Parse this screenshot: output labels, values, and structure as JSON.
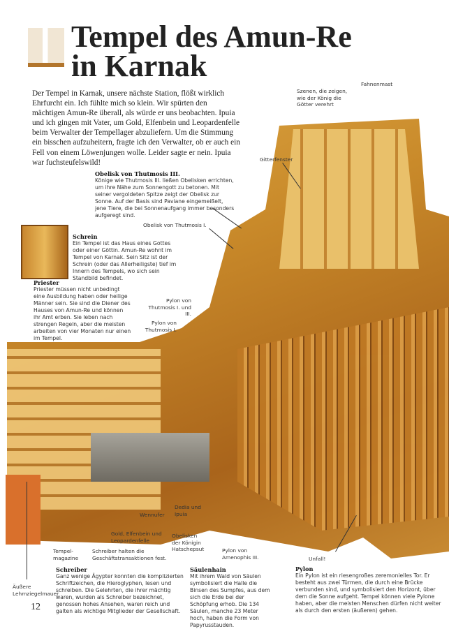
{
  "title": "Tempel des Amun-Re in Karnak",
  "title_lines": [
    "Tempel des Amun-Re",
    "in Karnak"
  ],
  "intro": "Der Tempel in Karnak, unsere nächste Station, flößt wirklich Ehrfurcht ein. Ich fühlte mich so klein. Wir spürten den mächtigen Amun-Re überall, als würde er uns beobachten. Ipuia und ich gingen mit Vater, um Gold, Elfenbein und Leopardenfelle beim Verwalter der Tempellager abzuliefern. Um die Stimmung ein bisschen aufzuheitern, fragte ich den Verwalter, ob er auch ein Fell von einem Löwenjungen wolle. Leider sagte er nein. Ipuia war fuchsteufelswild!",
  "captions": {
    "obelisk3": {
      "title": "Obelisk von Thutmosis III.",
      "text": "Könige wie Thutmosis III. ließen Obelisken errichten, um ihre Nähe zum Sonnengott zu betonen. Mit seiner vergoldeten Spitze zeigt der Obelisk zur Sonne. Auf der Basis sind Paviane eingemeißelt, jene Tiere, die bei Sonnenaufgang immer besonders aufgeregt sind."
    },
    "schrein": {
      "title": "Schrein",
      "text": "Ein Tempel ist das Haus eines Gottes oder einer Göttin. Amun-Re wohnt im Tempel von Karnak. Sein Sitz ist der Schrein (oder das Allerheiligste) tief im Innern des Tempels, wo sich sein Standbild befindet."
    },
    "priester": {
      "title": "Priester",
      "text": "Priester müssen nicht unbedingt eine Ausbildung haben oder heilige Männer sein. Sie sind die Diener des Hauses von Amun-Re und können ihr Amt erben. Sie leben nach strengen Regeln, aber die meisten arbeiten von vier Monaten nur einen im Tempel."
    },
    "schreiber": {
      "title": "Schreiber",
      "text": "Ganz wenige Ägypter konnten die komplizierten Schriftzeichen, die Hieroglyphen, lesen und schreiben. Die Gelehrten, die ihrer mächtig waren, wurden als Schreiber bezeichnet, genossen hohes Ansehen, waren reich und galten als wichtige Mitglieder der Gesellschaft."
    },
    "saeulenhain": {
      "title": "Säulenhain",
      "text": "Mit ihrem Wald von Säulen symbolisiert die Halle die Binsen des Sumpfes, aus dem sich die Erde bei der Schöpfung erhob. Die 134 Säulen, manche 23 Meter hoch, haben die Form von Papyrusstauden."
    },
    "pylon": {
      "title": "Pylon",
      "text": "Ein Pylon ist ein riesengroßes zeremonielles Tor. Er besteht aus zwei Türmen, die durch eine Brücke verbunden sind, und symbolisiert den Horizont, über dem die Sonne aufgeht. Tempel können viele Pylone haben, aber die meisten Menschen dürfen nicht weiter als durch den ersten (äußeren) gehen."
    }
  },
  "labels": {
    "szenen": "Szenen, die zeigen, wie der König die Götter verehrt",
    "fahnenmast": "Fahnenmast",
    "gitterfenster": "Gitterfenster",
    "obelisk1": "Obelisk von Thutmosis I.",
    "pylon13": "Pylon von Thutmosis I. und III.",
    "pylon1": "Pylon von Thutmosis I.",
    "wennufer": "Wennufer",
    "gold": "Gold, Elfenbein und Leopardenfelle",
    "dedia": "Dedia und Ipuia",
    "obelisken": "Obelisken der Königin Hatschepsut",
    "amenophis": "Pylon von Amenophis III.",
    "unfall": "Unfall!",
    "magazine": "Tempel-magazine",
    "schreiber_fest": "Schreiber halten die Geschäftstransaktionen fest.",
    "mauer": "Äußere Lehmziegelmauer"
  },
  "page_number": "12"
}
